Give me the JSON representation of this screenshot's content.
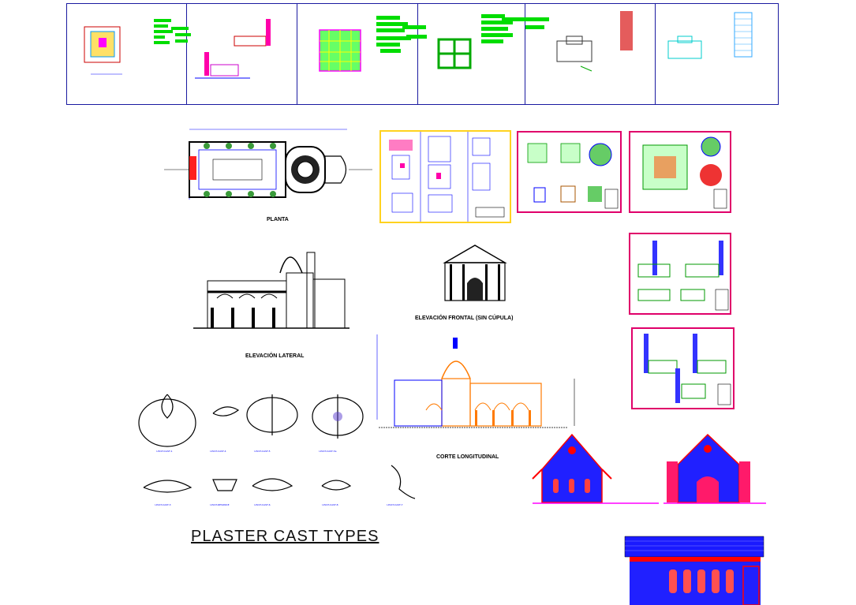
{
  "labels": {
    "planta": "PLANTA",
    "elevacion_lateral": "ELEVACIÓN LATERAL",
    "elevacion_frontal": "ELEVACIÓN FRONTAL (SIN CÚPULA)",
    "corte_longitudinal": "CORTE LONGITUDINAL",
    "plaster_cast_types": "PLASTER CAST TYPES"
  },
  "cast_types": [
    "I-PLST-CAST-1",
    "I-PLST-CAST-4",
    "I-PLST-CAST-5",
    "I-PLST-CAST-3a",
    "I-PLST-CAST-3",
    "I-PLST-RESONCE",
    "I-PLST-CAST-6",
    "I-PLST-CAST-8",
    "I-PLST-CAST-7"
  ],
  "colors": {
    "frame_blue": "#1a1aa0",
    "cad_green": "#00dd00",
    "cad_magenta": "#e0006a",
    "cad_yellow": "#ffd21f",
    "chapel_blue": "#2020ff",
    "chapel_red": "#ff0000"
  }
}
